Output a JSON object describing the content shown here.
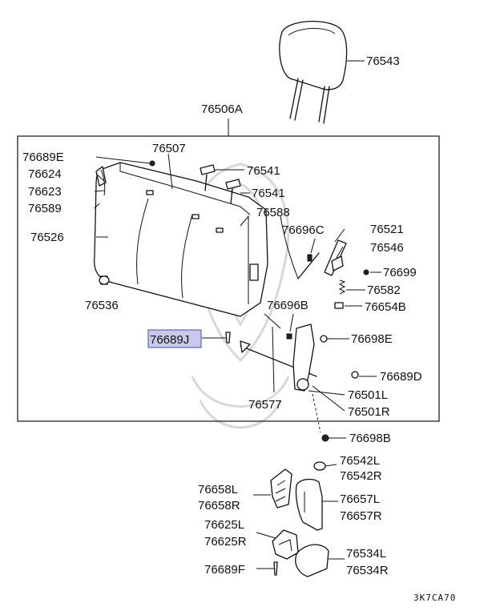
{
  "labels": {
    "p76543": "76543",
    "p76506A": "76506A",
    "p76689E": "76689E",
    "p76507": "76507",
    "p76624": "76624",
    "p76623": "76623",
    "p76589": "76589",
    "p76526": "76526",
    "p76541a": "76541",
    "p76541b": "76541",
    "p76588": "76588",
    "p76696C": "76696C",
    "p76521": "76521",
    "p76546": "76546",
    "p76699": "76699",
    "p76582": "76582",
    "p76654B": "76654B",
    "p76536": "76536",
    "p76696B": "76696B",
    "p76689J": "76689J",
    "p76698E": "76698E",
    "p76689D": "76689D",
    "p76501L": "76501L",
    "p76501R": "76501R",
    "p76577": "76577",
    "p76698B": "76698B",
    "p76542L": "76542L",
    "p76542R": "76542R",
    "p76658L": "76658L",
    "p76658R": "76658R",
    "p76657L": "76657L",
    "p76657R": "76657R",
    "p76625L": "76625L",
    "p76625R": "76625R",
    "p76534L": "76534L",
    "p76534R": "76534R",
    "p76689F": "76689F"
  },
  "diagram_code": "3K7CA70",
  "colors": {
    "highlight": "#c9c9ec",
    "highlight_border": "#4a4aa0"
  }
}
